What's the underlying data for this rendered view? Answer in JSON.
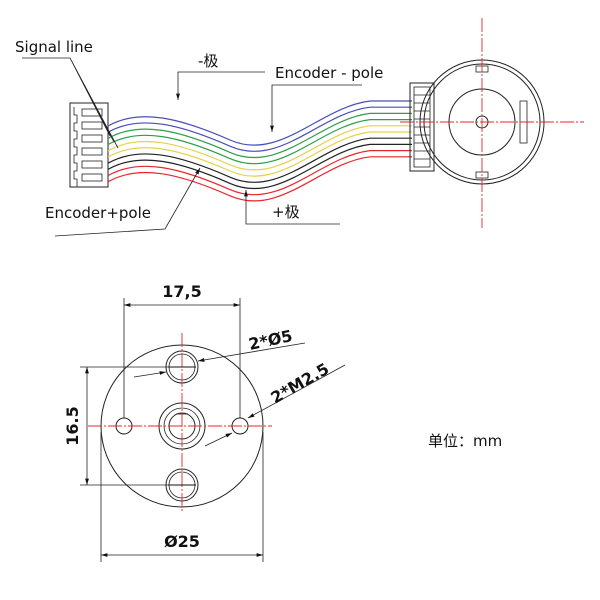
{
  "top_view": {
    "signal_label": "Signal line",
    "minus_label": "-极",
    "encoder_minus_label": "Encoder - pole",
    "plus_label": "+极",
    "encoder_plus_label": "Encoder+pole",
    "wire_colors": [
      "#4a4fb8",
      "#4a4fb8",
      "#2e9e4a",
      "#2e9e4a",
      "#e6d24a",
      "#e6d24a",
      "#222222",
      "#222222",
      "#e8262b",
      "#e8262b"
    ],
    "centerline_color": "#e8262b"
  },
  "bottom_view": {
    "dim_width": "17,5",
    "dim_height": "16.5",
    "dim_diameter": "Ø25",
    "hole_label": "2*Ø5",
    "thread_label": "2*M2.5"
  },
  "unit_label": "单位：mm"
}
